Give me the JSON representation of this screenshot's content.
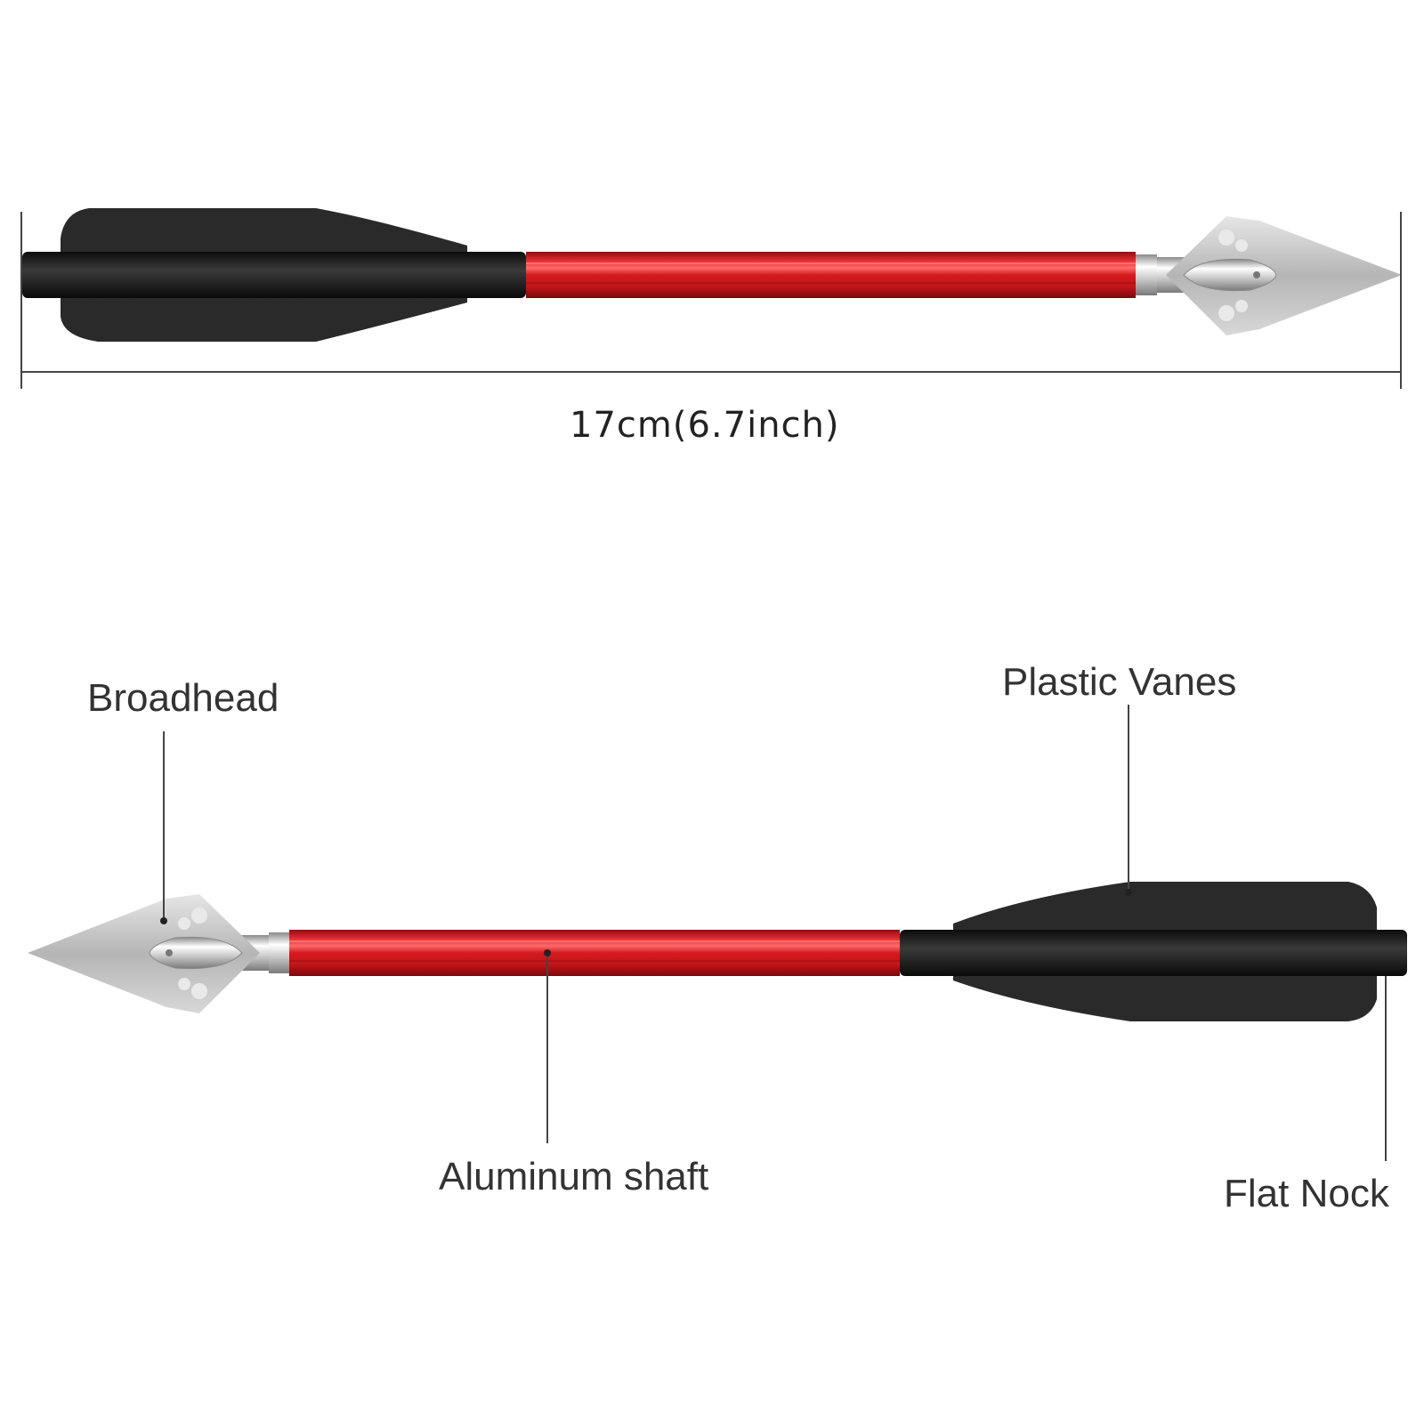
{
  "dimension": {
    "text": "17cm(6.7inch)"
  },
  "labels": {
    "broadhead": "Broadhead",
    "plastic_vanes": "Plastic Vanes",
    "aluminum_shaft": "Aluminum shaft",
    "flat_nock": "Flat Nock"
  },
  "colors": {
    "shaft_red": "#d41a1f",
    "vane_black": "#2a2a2a",
    "nock_black": "#1a1a1a",
    "blade_silver": "#c8c8c8",
    "line": "#444444"
  }
}
